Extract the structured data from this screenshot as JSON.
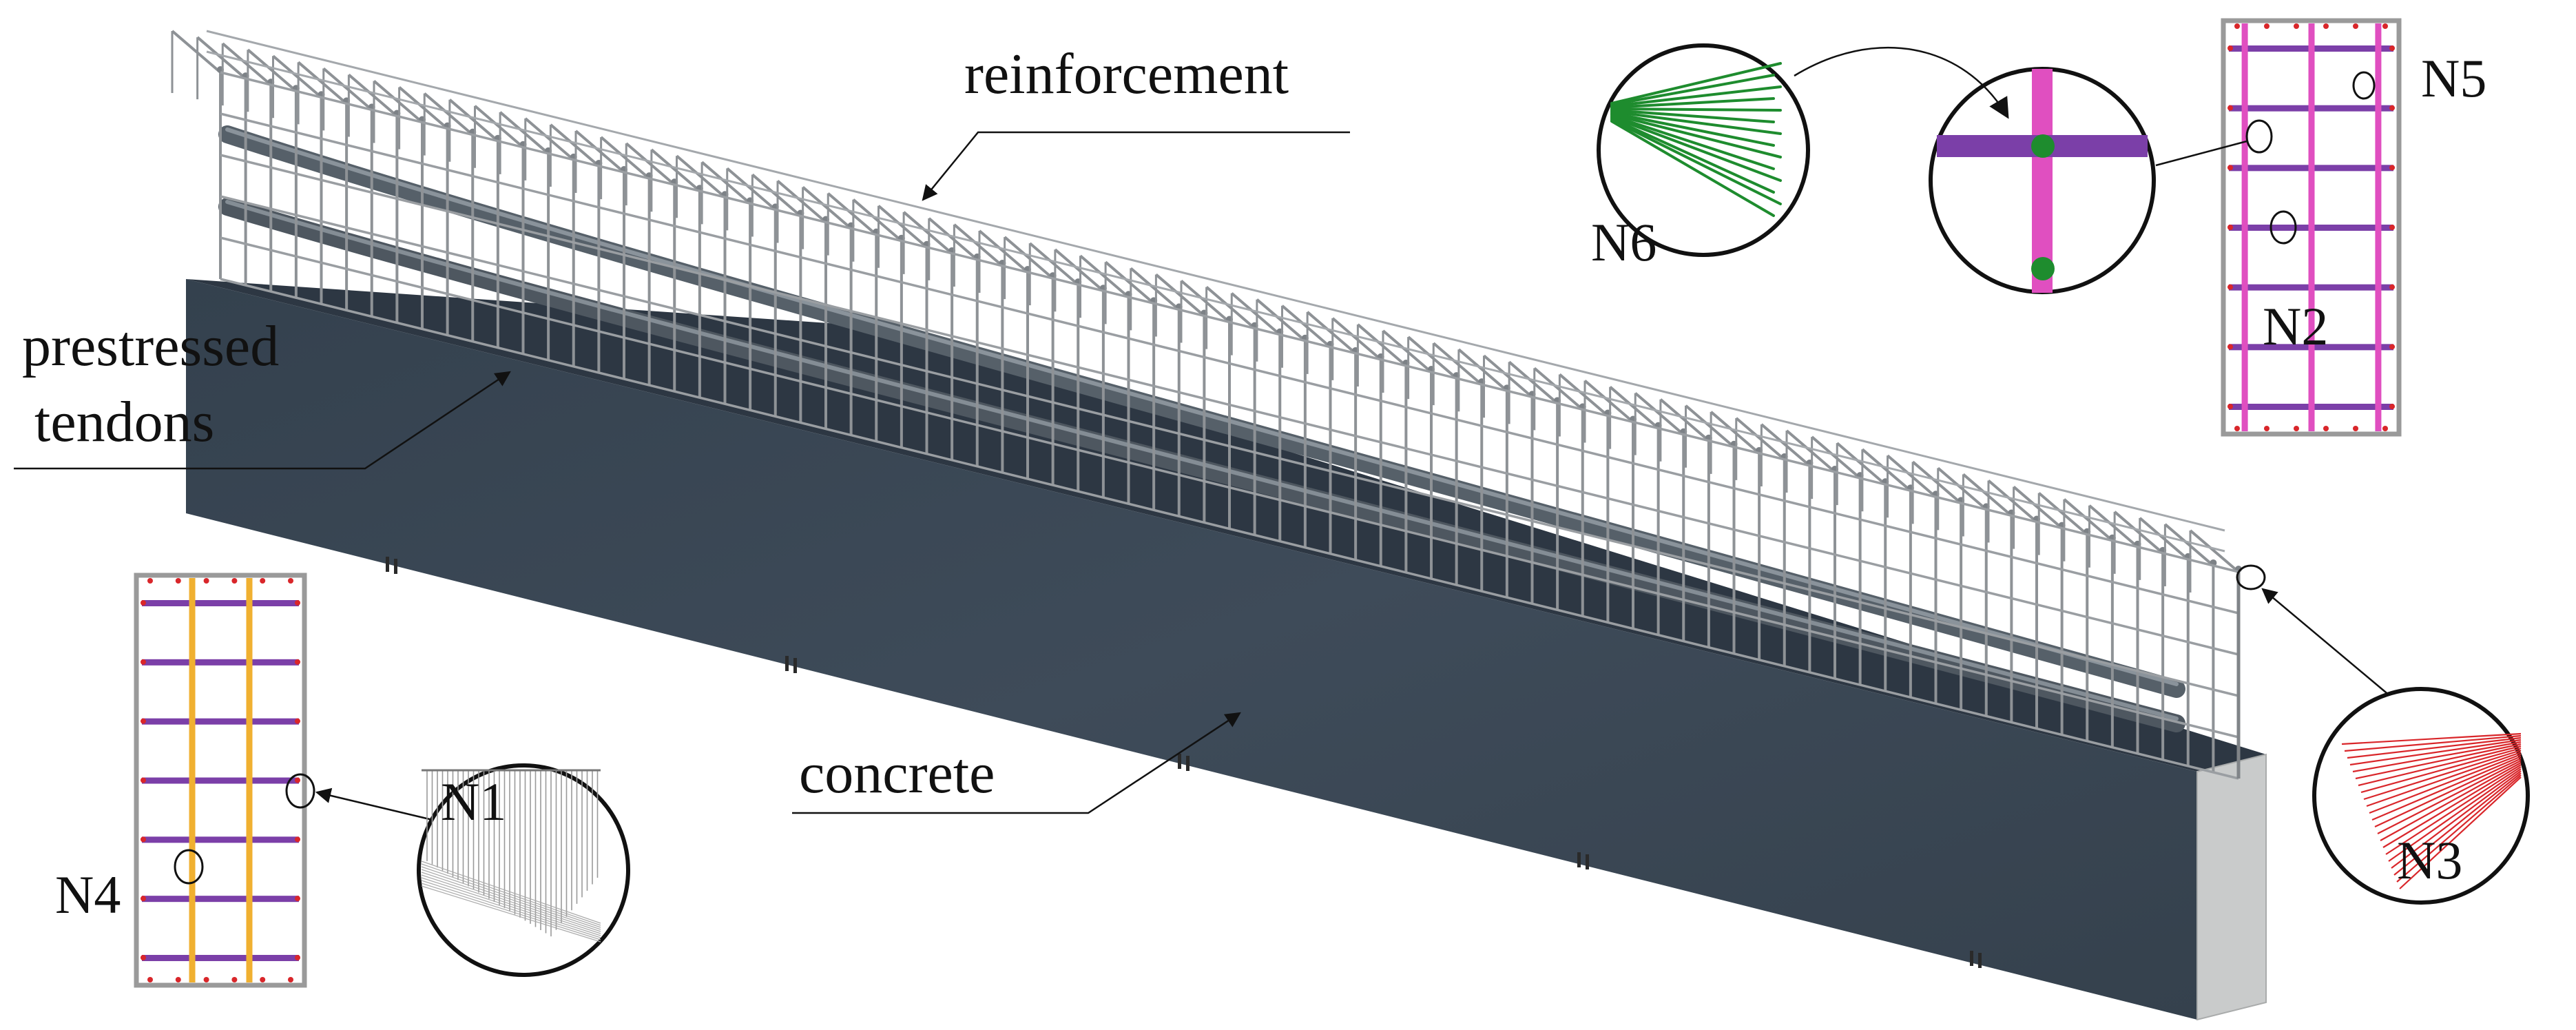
{
  "labels": {
    "reinforcement": "reinforcement",
    "prestressed": "prestressed",
    "tendons": "tendons",
    "concrete": "concrete",
    "n1": "N1",
    "n2": "N2",
    "n3": "N3",
    "n4": "N4",
    "n5": "N5",
    "n6": "N6"
  },
  "colors": {
    "concrete_side": "#3b4856",
    "concrete_end": "#c9cbcb",
    "rebar": "#8e9296",
    "tendon": "#5d6670",
    "stirrup": "#7b3fa8",
    "longitudinal": "#e04fc0",
    "prestress_bar": "#f0b030",
    "node_red": "#d9262a",
    "node_green": "#1e8c2e",
    "outline": "#9a9a9a"
  }
}
